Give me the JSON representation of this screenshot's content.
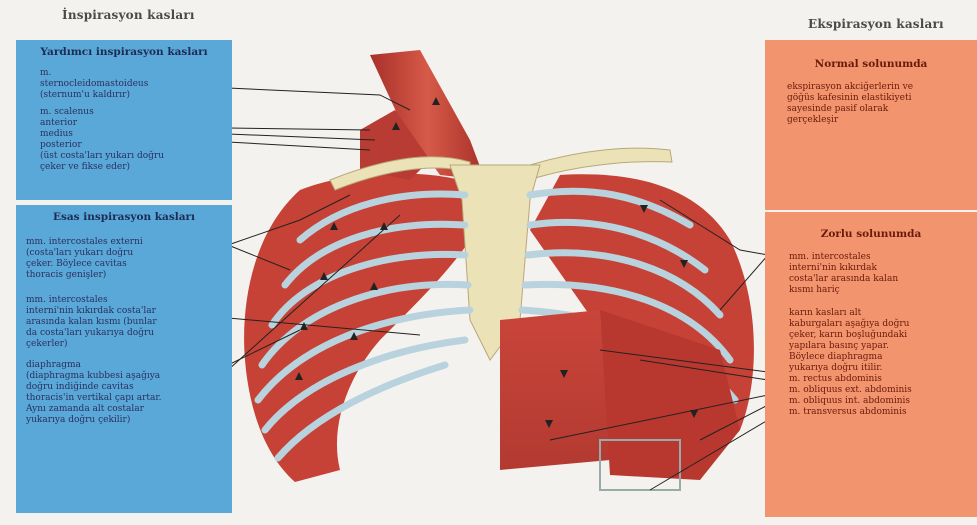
{
  "header_left": "İnspirasyon kasları",
  "header_right": "Ekspirasyon kasları",
  "left_top": {
    "title": "Yardımcı inspirasyon kasları",
    "text_1": "m.\nsternocleidomastoideus\n(sternum'u kaldırır)",
    "text_2": "m. scalenus\n   anterior\n   medius\n   posterior\n(üst costa'ları yukarı doğru\nçeker ve fikse eder)"
  },
  "left_bottom": {
    "title": "Esas inspirasyon kasları",
    "text_1": "mm. intercostales externi\n(costa'ları yukarı doğru\nçeker. Böylece cavitas\nthoracis genişler)",
    "text_2": "mm. intercostales\ninterni'nin kıkırdak costa'lar\narasında kalan kısmı (bunlar\nda costa'ları yukarıya doğru\nçekerler)",
    "text_3": "diaphragma\n(diaphragma kubbesi aşağıya\ndoğru indiğinde cavitas\nthoracis'in vertikal çapı artar.\nAynı zamanda alt costalar\nyukarıya doğru çekilir)"
  },
  "right_top": {
    "title": "Normal solunumda",
    "text_1": "ekspirasyon akciğerlerin ve\ngöğüs kafesinin elastikiyeti\nsayesinde pasif olarak\ngerçekleşir"
  },
  "right_bottom": {
    "title": "Zorlu solunumda",
    "text_1": "mm. intercostales\ninterni'nin kıkırdak\ncosta'lar arasında kalan\nkısmı hariç",
    "text_2": "karın kasları alt\nkaburgaları aşağıya doğru\nçeker, karın boşluğundaki\nyapılara basınç yapar.\nBöylece diaphragma\nyukarıya doğru itilir.\n   m. rectus abdominis\n   m. obliquus ext. abdominis\n   m. obliquus int. abdominis\n   m. transversus abdominis"
  },
  "colors": {
    "blue_panel": "#5aa8d8",
    "orange_panel": "#f2956e",
    "muscle": "#c8463a",
    "rib": "#b9d3de",
    "bone": "#ece2b8"
  }
}
